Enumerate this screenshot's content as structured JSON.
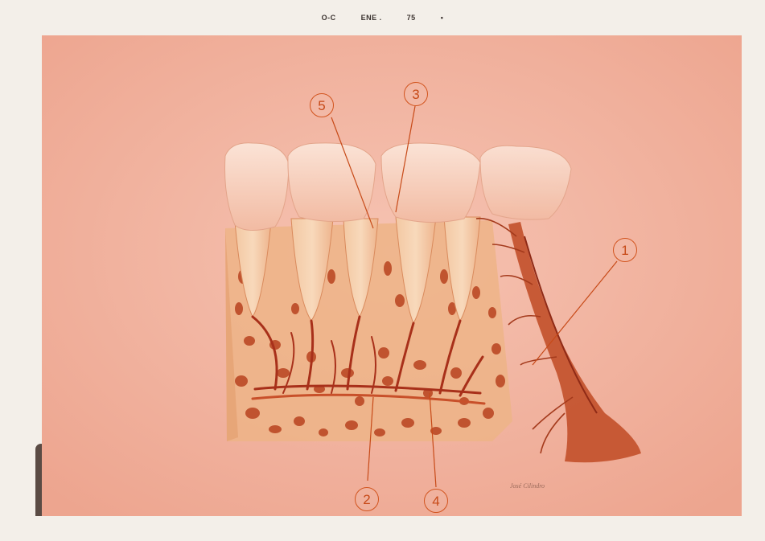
{
  "header": {
    "stamp_parts": [
      "O-C",
      "ENE .",
      "75",
      "•"
    ]
  },
  "diagram": {
    "labels": [
      "1",
      "2",
      "3",
      "4",
      "5"
    ],
    "signature": "José Cilindro",
    "colors": {
      "background": "#f0b7a4",
      "bone": "#e9a37d",
      "vessels": "#a8301a",
      "teeth": "#f5c9b4",
      "label_ink": "#d2541e"
    }
  }
}
